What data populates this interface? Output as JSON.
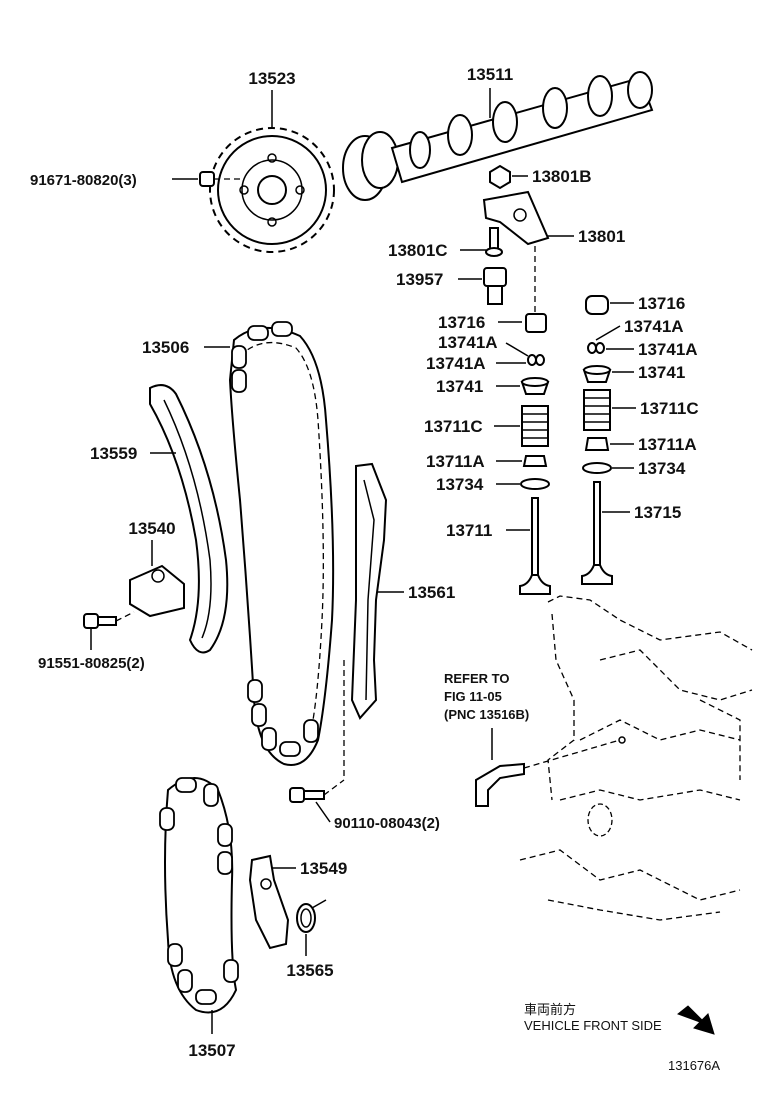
{
  "parts": {
    "p13523": "13523",
    "p13511": "13511",
    "p91671": "91671-80820(3)",
    "p13801B": "13801B",
    "p13801": "13801",
    "p13801C": "13801C",
    "p13957": "13957",
    "p13716_l": "13716",
    "p13716_r": "13716",
    "p13741A_l1": "13741A",
    "p13741A_l2": "13741A",
    "p13741A_r1": "13741A",
    "p13741A_r2": "13741A",
    "p13741_l": "13741",
    "p13741_r": "13741",
    "p13711C_l": "13711C",
    "p13711C_r": "13711C",
    "p13711A_l": "13711A",
    "p13711A_r": "13711A",
    "p13734_l": "13734",
    "p13734_r": "13734",
    "p13711": "13711",
    "p13715": "13715",
    "p13506": "13506",
    "p13559": "13559",
    "p13540": "13540",
    "p91551": "91551-80825(2)",
    "p13561": "13561",
    "p90110": "90110-08043(2)",
    "p13549": "13549",
    "p13565": "13565",
    "p13507": "13507"
  },
  "refer": {
    "line1": "REFER TO",
    "line2": "FIG 11-05",
    "line3": "(PNC 13516B)"
  },
  "direction": {
    "jp": "車両前方",
    "en": "VEHICLE FRONT SIDE"
  },
  "diagram_id": "131676A"
}
